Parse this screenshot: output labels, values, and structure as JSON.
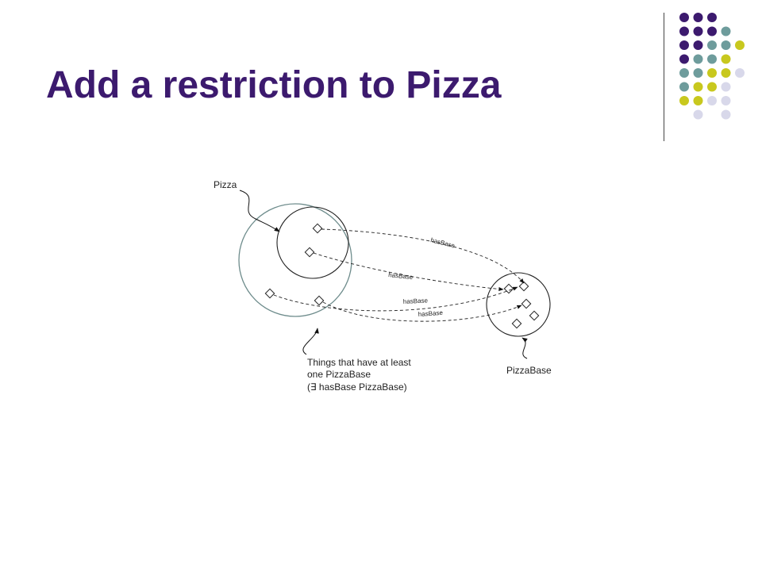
{
  "slide": {
    "title": "Add a restriction to Pizza"
  },
  "decor": {
    "palette": [
      "#3c1a6e",
      "#6e9c9c",
      "#c8c81e",
      "#d8d8ea"
    ],
    "dot_rows": [
      [
        "#3c1a6e",
        "#3c1a6e",
        "#3c1a6e",
        "",
        ""
      ],
      [
        "#3c1a6e",
        "#3c1a6e",
        "#3c1a6e",
        "#6e9c9c",
        ""
      ],
      [
        "#3c1a6e",
        "#3c1a6e",
        "#6e9c9c",
        "#6e9c9c",
        "#c8c81e"
      ],
      [
        "#3c1a6e",
        "#6e9c9c",
        "#6e9c9c",
        "#c8c81e",
        ""
      ],
      [
        "#6e9c9c",
        "#6e9c9c",
        "#c8c81e",
        "#c8c81e",
        "#d8d8ea"
      ],
      [
        "#6e9c9c",
        "#c8c81e",
        "#c8c81e",
        "#d8d8ea",
        ""
      ],
      [
        "#c8c81e",
        "#c8c81e",
        "#d8d8ea",
        "#d8d8ea",
        ""
      ],
      [
        "",
        "#d8d8ea",
        "",
        "#d8d8ea",
        ""
      ]
    ]
  },
  "diagram": {
    "labels": {
      "pizza": "Pizza",
      "pizza_base": "PizzaBase",
      "restriction_line1": "Things that have at least",
      "restriction_line2": "one PizzaBase",
      "restriction_line3": "(∃ hasBase PizzaBase)"
    },
    "edge_label": "hasBase",
    "edges": [
      "hasBase",
      "hasBase",
      "hasBase",
      "hasBase"
    ]
  }
}
